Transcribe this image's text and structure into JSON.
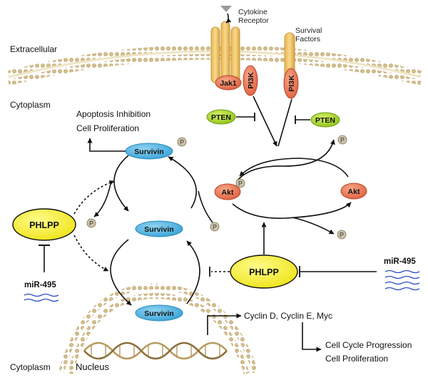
{
  "labels": {
    "extracellular": "Extracellular",
    "cytoplasm_top": "Cytoplasm",
    "cytoplasm_bottom": "Cytoplasm",
    "nucleus": "Nucleus",
    "cytokine_receptor_line1": "Cytokine",
    "cytokine_receptor_line2": "Receptor",
    "survival_factors_line1": "Survival",
    "survival_factors_line2": "Factors",
    "apoptosis_inhibition": "Apoptosis Inhibition",
    "cell_proliferation_top": "Cell Proliferation",
    "cyclins": "Cyclin D, Cyclin E, Myc",
    "cell_cycle_progression": "Cell Cycle Progression",
    "cell_proliferation_bottom": "Cell Proliferation"
  },
  "nodes": {
    "jak1": "Jak1",
    "pi3k_left": "PI3K",
    "pi3k_right": "PI3K",
    "pten_left": "PTEN",
    "pten_right": "PTEN",
    "akt_left": "Akt",
    "akt_right": "Akt",
    "survivin_top": "Survivin",
    "survivin_mid": "Survivin",
    "survivin_bottom": "Survivin",
    "phlpp_left": "PHLPP",
    "phlpp_center": "PHLPP",
    "mir495_left": "miR-495",
    "mir495_right": "miR-495",
    "phosphate": "P"
  },
  "colors": {
    "membrane": "#d9c79a",
    "membrane_dot": "#c9b27a",
    "receptor": "#f2c56b",
    "receptor_stroke": "#c99a3a",
    "jak_pi3k": "#ee7d5a",
    "jak_pi3k_stroke": "#b8472a",
    "pten": "#a8d61f",
    "pten_stroke": "#6f9a10",
    "survivin": "#4fb3e0",
    "phlpp": "#f7f02a",
    "phosphate": "#cdc4aa",
    "mirna_wave": "#2f4fc8",
    "dna_strand": "#b89a5a"
  }
}
